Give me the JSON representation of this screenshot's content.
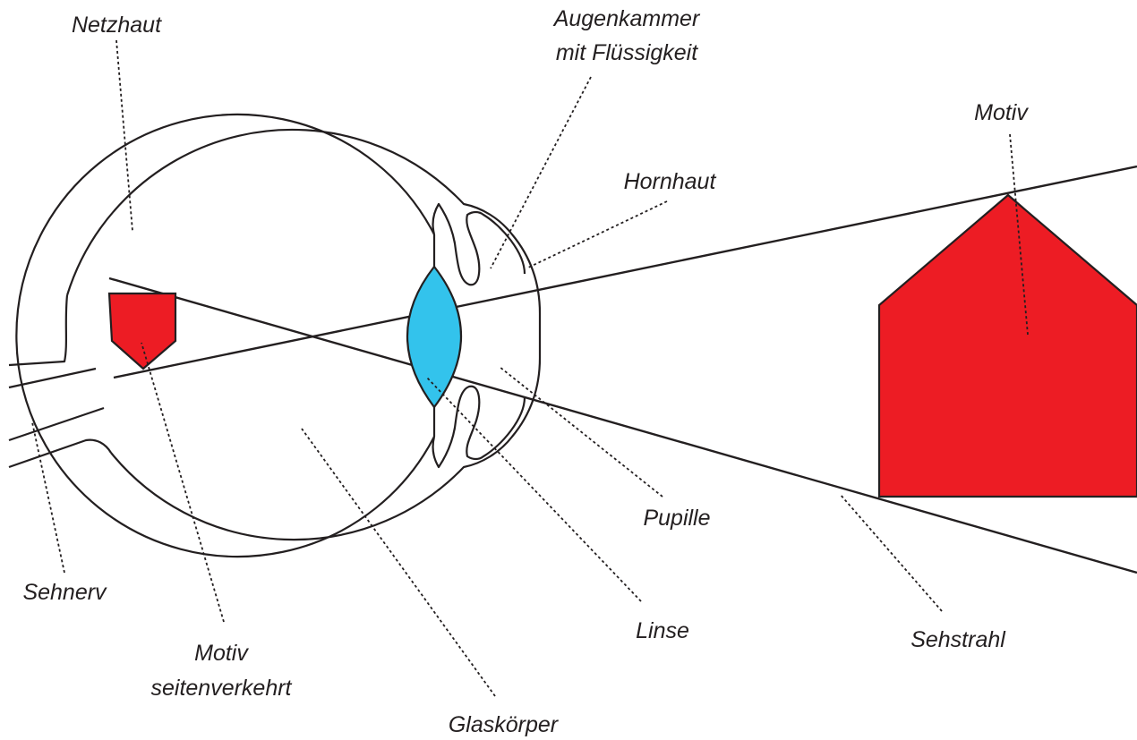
{
  "colors": {
    "outline": "#231f20",
    "motif_red": "#ed1c24",
    "lens_blue": "#33c3ec",
    "background": "#ffffff"
  },
  "labels": {
    "netzhaut": "Netzhaut",
    "augenkammer_1": "Augenkammer",
    "augenkammer_2": "mit Flüssigkeit",
    "motiv": "Motiv",
    "hornhaut": "Hornhaut",
    "pupille": "Pupille",
    "sehnerv": "Sehnerv",
    "motiv_seitenverkehrt_1": "Motiv",
    "motiv_seitenverkehrt_2": "seitenverkehrt",
    "linse": "Linse",
    "sehstrahl": "Sehstrahl",
    "glaskoerper": "Glaskörper"
  }
}
